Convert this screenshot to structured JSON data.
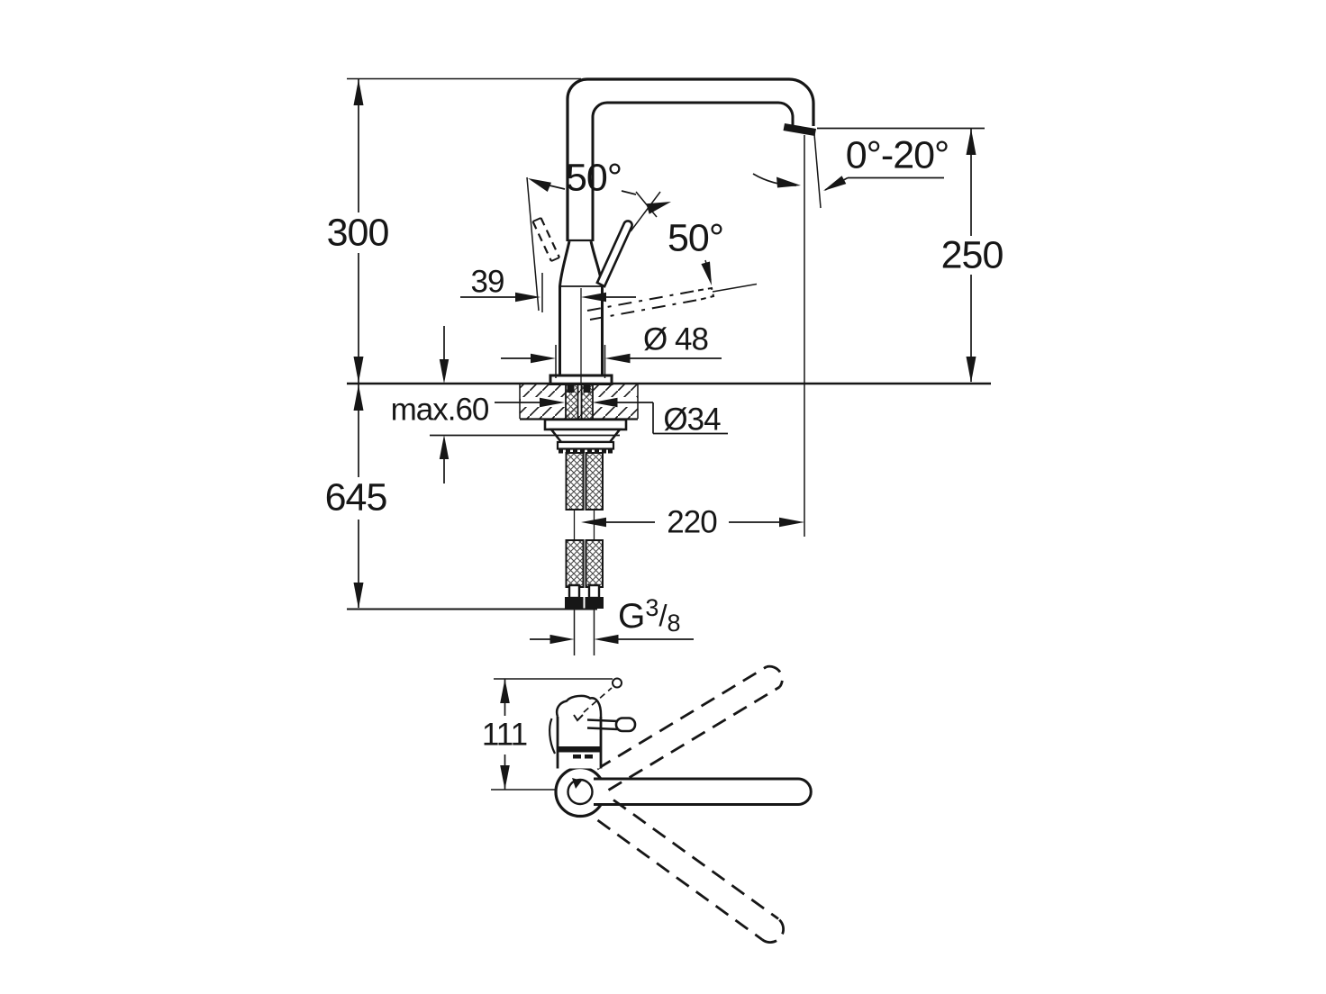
{
  "colors": {
    "background": "#ffffff",
    "ink": "#161616"
  },
  "dimensions": {
    "overall_height": "300",
    "spout_height": "250",
    "spout_tilt_range": "0°-20°",
    "handle_angle_open": "50°",
    "handle_angle_forward": "50°",
    "handle_offset": "39",
    "body_diameter": "Ø 48",
    "deck_thickness_max": "max.60",
    "mounting_hole_diameter": "Ø34",
    "hose_length": "645",
    "spout_reach": "220",
    "top_view_height": "111",
    "thread": {
      "letter": "G",
      "numerator": "3",
      "slash": "/",
      "denominator": "8"
    }
  }
}
